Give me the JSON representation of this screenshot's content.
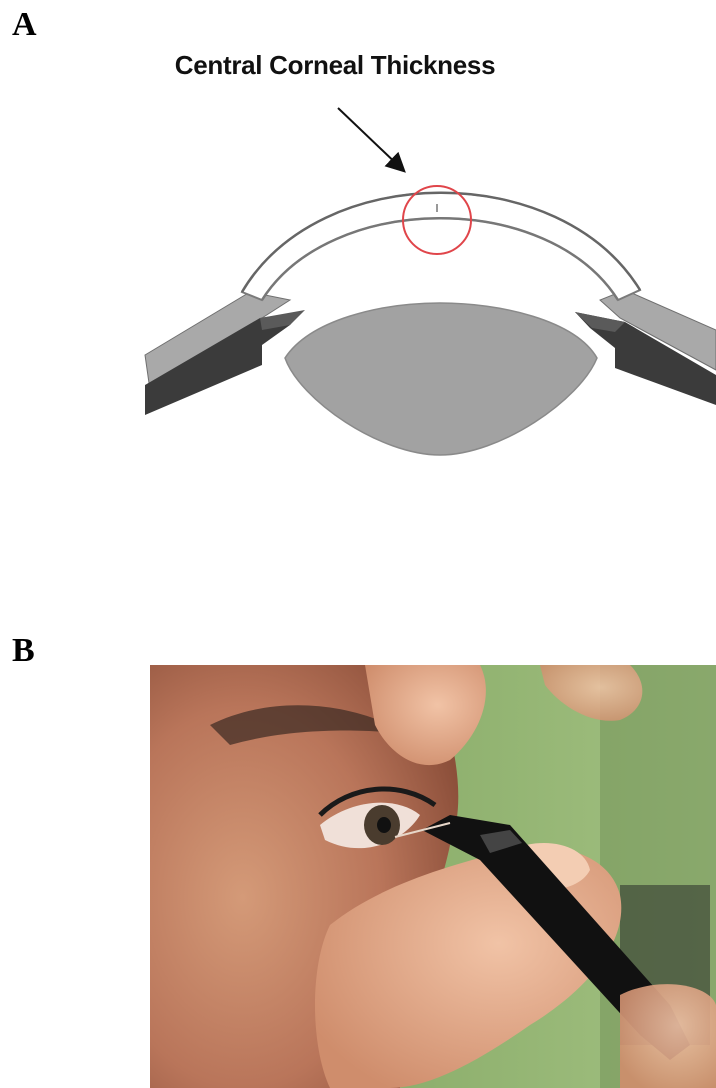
{
  "panels": [
    {
      "label": "A",
      "title": "Central Corneal Thickness"
    },
    {
      "label": "B"
    }
  ],
  "colors": {
    "cornea_outline": "#7a7a7a",
    "sclera": "#a9a9a9",
    "iris_dark": "#3b3b3b",
    "lens": "#a2a2a2",
    "highlight_circle": "#e0454a",
    "photo_background": "#8fb26b",
    "skin": "#c98a66",
    "instrument": "#111111"
  },
  "icons": {
    "arrow": "arrow-down-right-icon",
    "highlight": "circle-highlight-icon"
  }
}
